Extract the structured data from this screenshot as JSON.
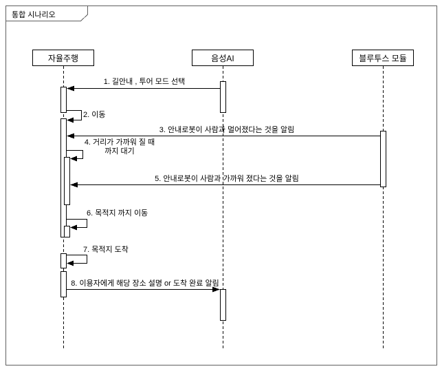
{
  "frame": {
    "label": "통합 시나리오"
  },
  "lifelines": [
    {
      "name": "자율주행"
    },
    {
      "name": "음성AI"
    },
    {
      "name": "블루투스 모듈"
    }
  ],
  "messages": [
    {
      "label": "1. 길안내 , 투어 모드 선택",
      "from": "음성AI",
      "to": "자율주행",
      "kind": "call"
    },
    {
      "label": "2. 이동",
      "from": "자율주행",
      "to": "자율주행",
      "kind": "self"
    },
    {
      "label": "3. 안내로봇이 사람과 멀어졌다는 것을 알림",
      "from": "블루투스 모듈",
      "to": "자율주행",
      "kind": "call"
    },
    {
      "label": "4. 거리가 가까워 질 때까지 대기",
      "from": "자율주행",
      "to": "자율주행",
      "kind": "self"
    },
    {
      "label": "5. 안내로봇이 사람과 가까워 졌다는 것을 알림",
      "from": "블루투스 모듈",
      "to": "자율주행",
      "kind": "call"
    },
    {
      "label": "6. 목적지 까지 이동",
      "from": "자율주행",
      "to": "자율주행",
      "kind": "self"
    },
    {
      "label": "7. 목적지 도착",
      "from": "자율주행",
      "to": "자율주행",
      "kind": "self"
    },
    {
      "label": "8. 이용자에게 해당 장소 설명 or 도착 완료 알림",
      "from": "자율주행",
      "to": "음성AI",
      "kind": "call"
    }
  ],
  "colors": {
    "stroke": "#000000",
    "frame_border": "#5f5f5f",
    "background": "#ffffff"
  }
}
